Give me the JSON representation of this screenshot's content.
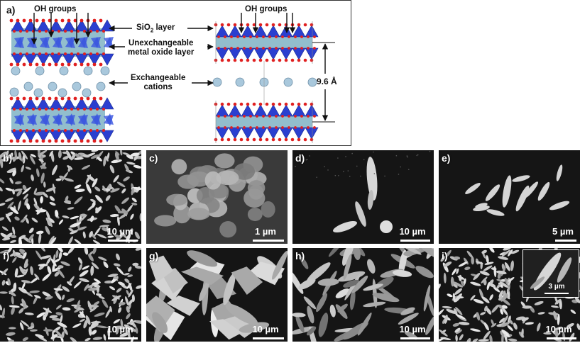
{
  "panel_a": {
    "label": "a)",
    "oh_groups_left": "OH groups",
    "oh_groups_right": "OH groups",
    "sio2_layer": "SiO",
    "sio2_sub": "2",
    "sio2_suffix": " layer",
    "unexchangeable_line1": "Unexchangeable",
    "unexchangeable_line2": "metal oxide layer",
    "exchangeable_line1": "Exchangeable",
    "exchangeable_line2": "cations",
    "spacing": "9.6 Å"
  },
  "sem_panels": [
    {
      "label": "b)",
      "scale": "10 µm",
      "morphology": "dense small spindles"
    },
    {
      "label": "c)",
      "scale": "1 µm",
      "morphology": "rounded plates"
    },
    {
      "label": "d)",
      "scale": "10 µm",
      "morphology": "few large spindles"
    },
    {
      "label": "e)",
      "scale": "5 µm",
      "morphology": "scattered spindles"
    },
    {
      "label": "f)",
      "scale": "10 µm",
      "morphology": "dense small spindles"
    },
    {
      "label": "g)",
      "scale": "10 µm",
      "morphology": "large plates"
    },
    {
      "label": "h)",
      "scale": "10 µm",
      "morphology": "mixed spindles and plates"
    },
    {
      "label": "i)",
      "scale": "10 µm",
      "inset_scale": "3 µm",
      "morphology": "dense spindles with inset"
    }
  ],
  "colors": {
    "tetrahedra": "#2a3fd0",
    "octahedra": "#7fb3c4",
    "oxygen": "#e02020",
    "cations": "#a9c8dc",
    "sem_background": "#151515",
    "particles": "#d8d8d8"
  }
}
